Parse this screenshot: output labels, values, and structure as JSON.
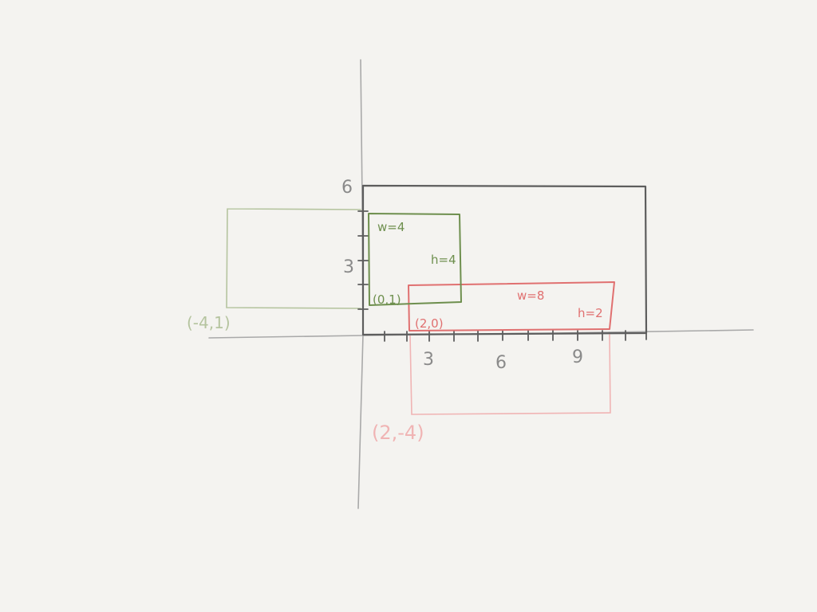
{
  "diagram": {
    "axis_ticks": {
      "x": [
        "3",
        "6",
        "9"
      ],
      "y": [
        "3",
        "6"
      ]
    },
    "bounding_box": {
      "stroke": "#5d5d5d"
    },
    "green_rect": {
      "color": "#6e8f4e",
      "faint_color": "#b5c49f",
      "width_label": "w=4",
      "height_label": "h=4",
      "origin_label": "(0,1)",
      "shifted_origin_label": "(-4,1)"
    },
    "red_rect": {
      "color": "#e07070",
      "faint_color": "#f0b4b4",
      "width_label": "w=8",
      "height_label": "h=2",
      "origin_label": "(2,0)",
      "shifted_origin_label": "(2,-4)"
    },
    "axis_color": "#a9a9a9"
  }
}
